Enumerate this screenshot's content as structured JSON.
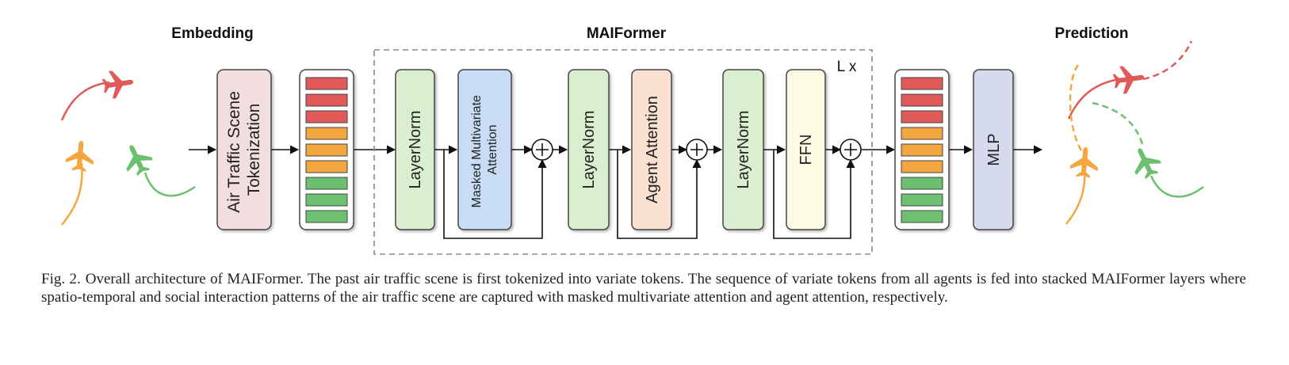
{
  "headings": {
    "embedding": "Embedding",
    "maiformer": "MAIFormer",
    "prediction": "Prediction"
  },
  "repeat_label": "L x",
  "blocks": {
    "tokenization": [
      "Air Traffic Scene",
      "Tokenization"
    ],
    "layernorm_1": "LayerNorm",
    "masked_attention": [
      "Masked Multivariate",
      "Attention"
    ],
    "layernorm_2": "LayerNorm",
    "agent_attention": "Agent Attention",
    "layernorm_3": "LayerNorm",
    "ffn": "FFN",
    "mlp": "MLP"
  },
  "token_stack": [
    "#e05a5a",
    "#e05a5a",
    "#e05a5a",
    "#f4a640",
    "#f4a640",
    "#f4a640",
    "#6cc070",
    "#6cc070",
    "#6cc070"
  ],
  "colors": {
    "tokenization_fill": "#f2dede",
    "layernorm_fill": "#d9efcf",
    "masked_attention_fill": "#c8dcf5",
    "agent_attention_fill": "#fbe1d2",
    "ffn_fill": "#fbfbe3",
    "mlp_fill": "#d5dbec",
    "plane_red": "#e05a5a",
    "plane_orange": "#f4a640",
    "plane_green": "#6cc070"
  },
  "icons": [
    "airplane-icon",
    "plus-circle-icon"
  ],
  "caption": {
    "figure_label": "Fig. 2.",
    "text": "Overall architecture of MAIFormer. The past air traffic scene is first tokenized into variate tokens. The sequence of variate tokens from all agents is fed into stacked MAIFormer layers where spatio-temporal and social interaction patterns of the air traffic scene are captured with masked multivariate attention and agent attention, respectively."
  }
}
